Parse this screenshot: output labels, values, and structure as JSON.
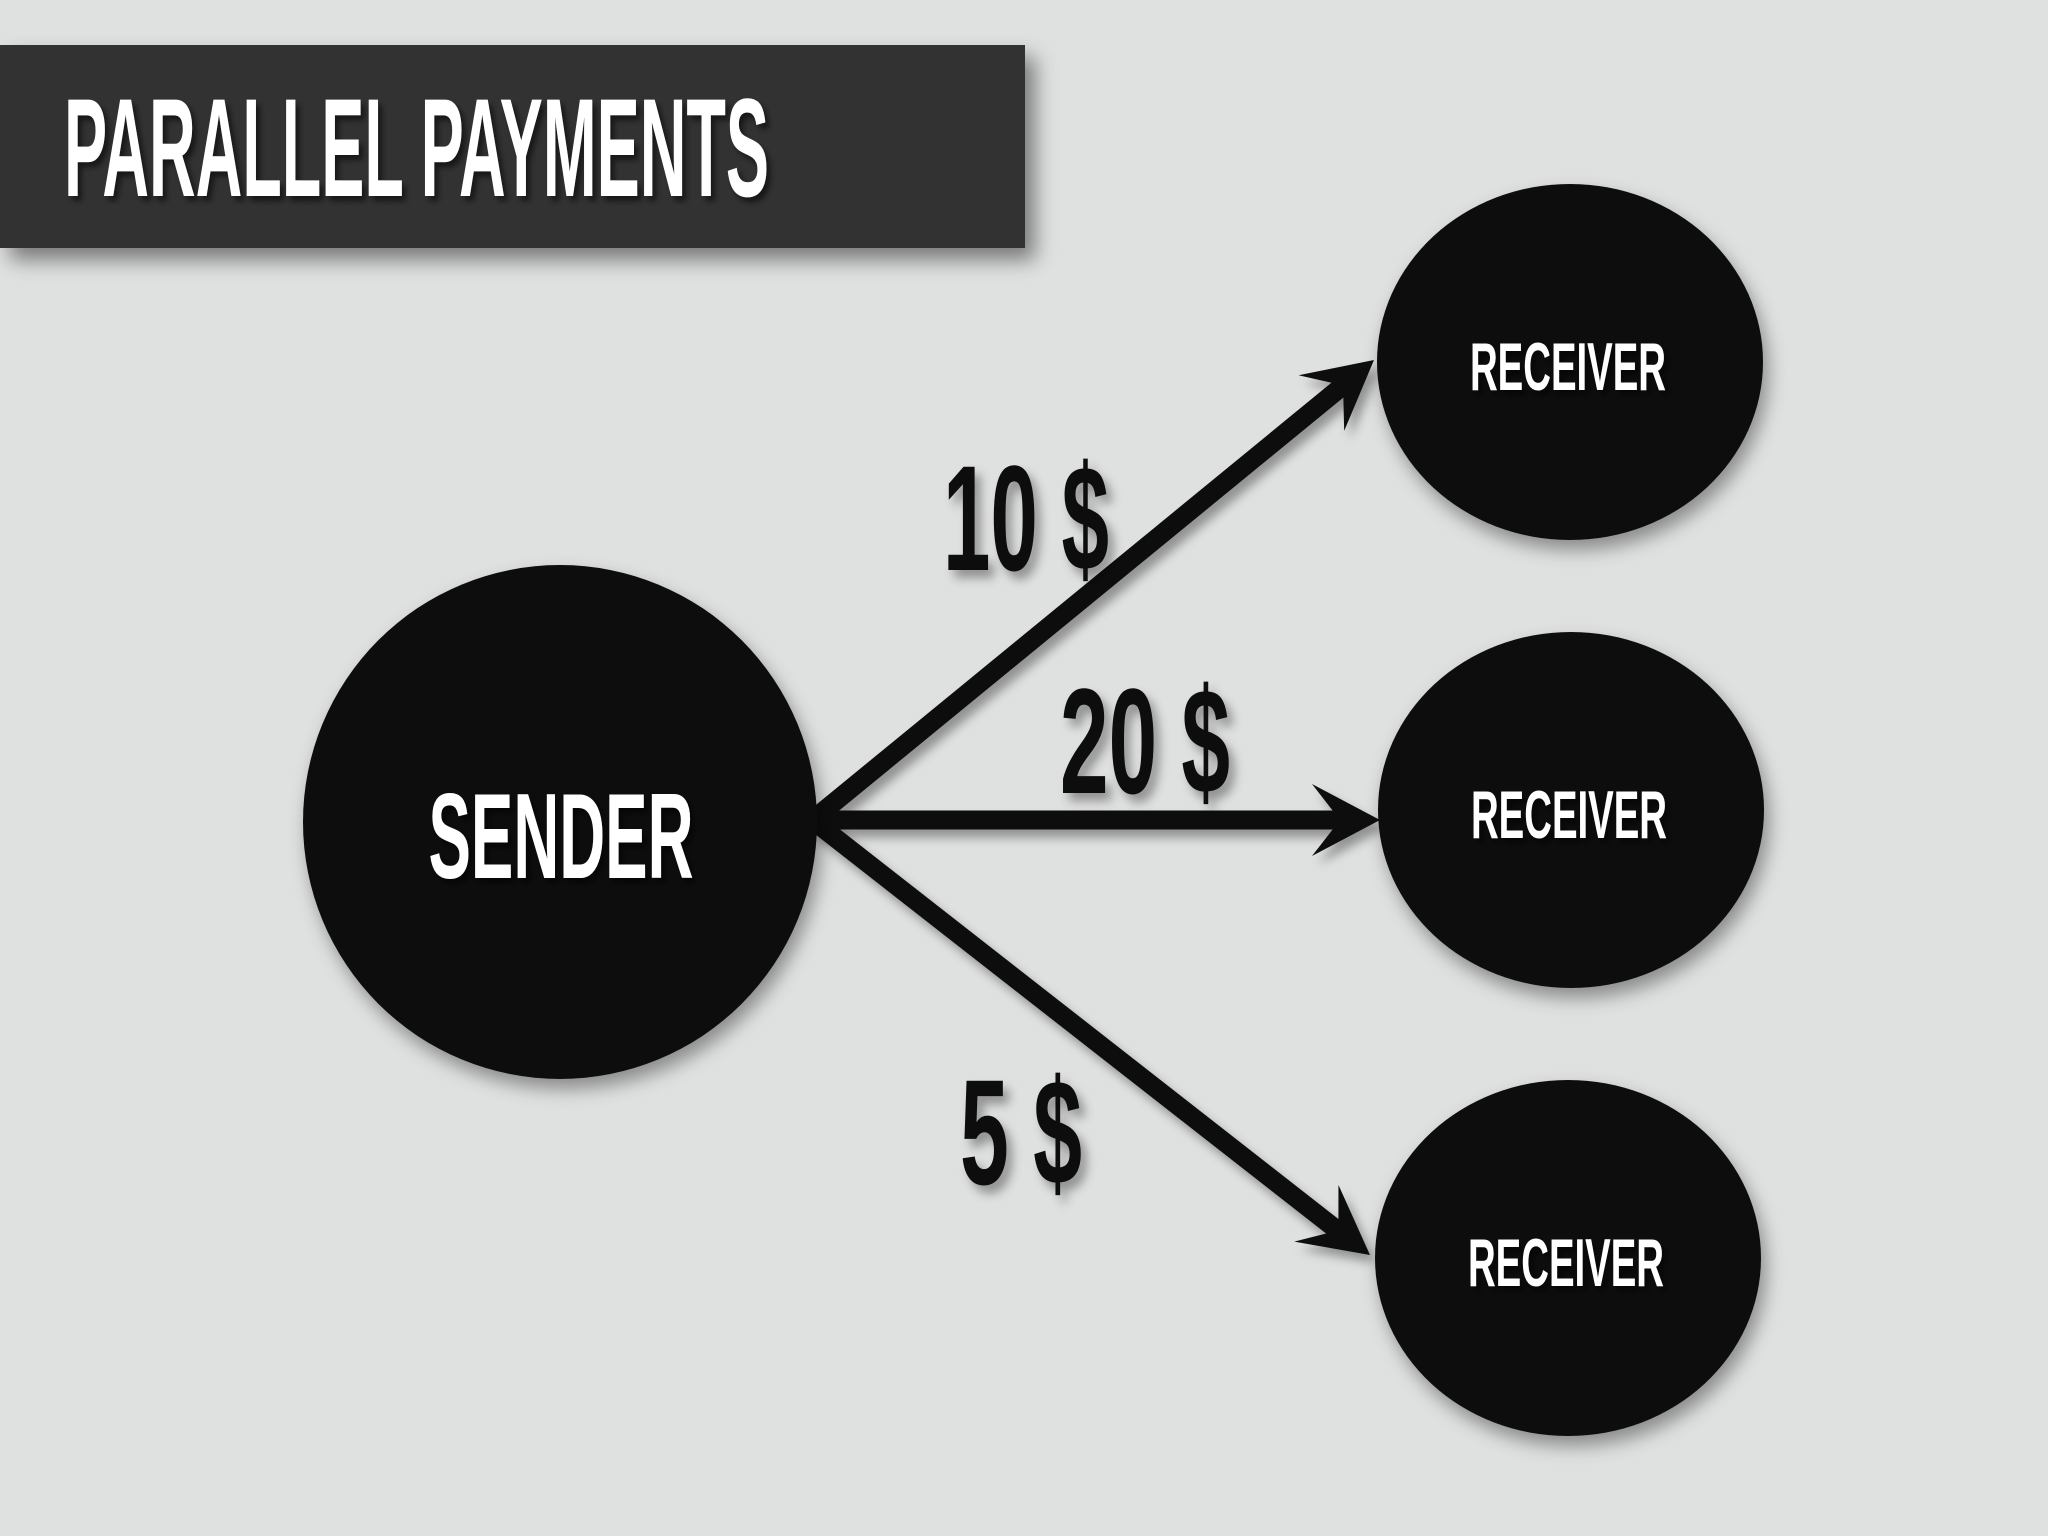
{
  "slide": {
    "title": "PARALLEL PAYMENTS"
  },
  "colors": {
    "background": "#dfe0e0",
    "title_bar": "#333333",
    "node_fill": "#0d0d0d",
    "node_text": "#ffffff",
    "ink": "#111111"
  },
  "diagram": {
    "sender": {
      "label": "SENDER"
    },
    "payments": [
      {
        "amount": "10 $",
        "receiver": "RECEIVER"
      },
      {
        "amount": "20 $",
        "receiver": "RECEIVER"
      },
      {
        "amount": "5 $",
        "receiver": "RECEIVER"
      }
    ]
  }
}
